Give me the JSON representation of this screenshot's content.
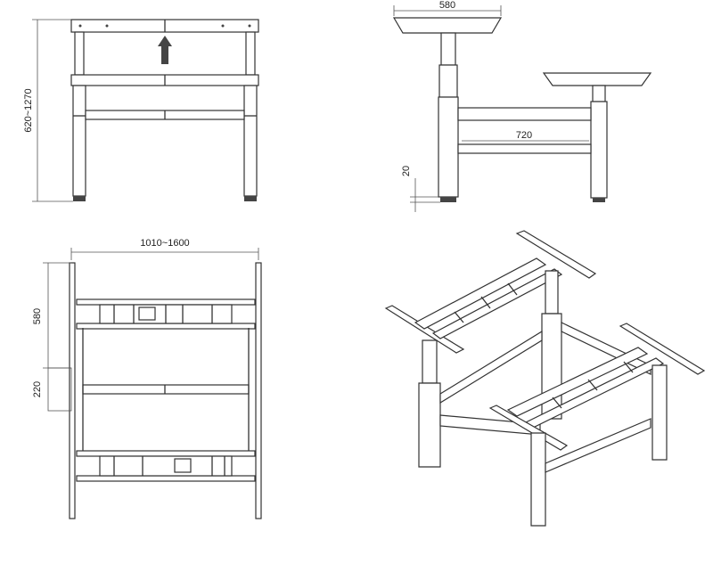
{
  "front_view": {
    "height_range": "620~1270"
  },
  "side_view": {
    "top_width": "580",
    "foot_gap": "720",
    "foot_height": "20"
  },
  "top_view": {
    "width_range": "1010~1600",
    "top_depth": "580",
    "center_gap": "220"
  },
  "colors": {
    "line": "#333333",
    "background": "#ffffff"
  },
  "icons": [
    "up-arrow-icon"
  ]
}
